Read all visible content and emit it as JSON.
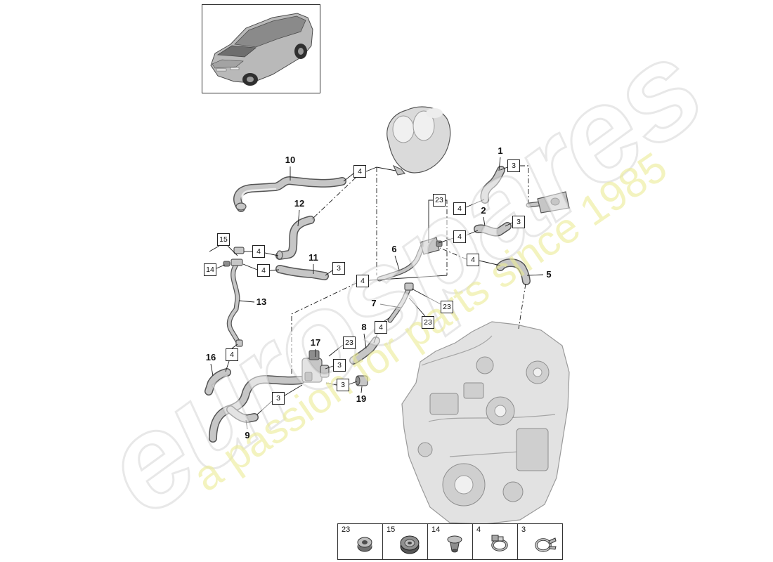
{
  "diagram": {
    "thumbnail_icon": "car-icon",
    "callouts": [
      "10",
      "1",
      "12",
      "2",
      "6",
      "11",
      "5",
      "13",
      "7",
      "8",
      "17",
      "16",
      "19",
      "9"
    ],
    "boxed_refs": [
      "15",
      "14",
      "4",
      "3",
      "23",
      "4",
      "3",
      "4",
      "4",
      "4",
      "3",
      "4",
      "4",
      "23",
      "23",
      "4",
      "23",
      "4",
      "3",
      "3",
      "3"
    ],
    "legend": [
      {
        "label": "23",
        "icon": "grommet-icon"
      },
      {
        "label": "15",
        "icon": "large-grommet-icon"
      },
      {
        "label": "14",
        "icon": "plug-icon"
      },
      {
        "label": "4",
        "icon": "hose-clamp-icon"
      },
      {
        "label": "3",
        "icon": "spring-clamp-icon"
      }
    ]
  },
  "watermark": {
    "brand": "eurospares",
    "tagline": "a passion for parts since 1985"
  },
  "colors": {
    "leader_line": "#1a1a1a",
    "part_fill": "#c6c6c6",
    "part_outline": "#555555",
    "engine_fill": "#e2e2e2",
    "watermark_tagline": "#ecec96"
  }
}
